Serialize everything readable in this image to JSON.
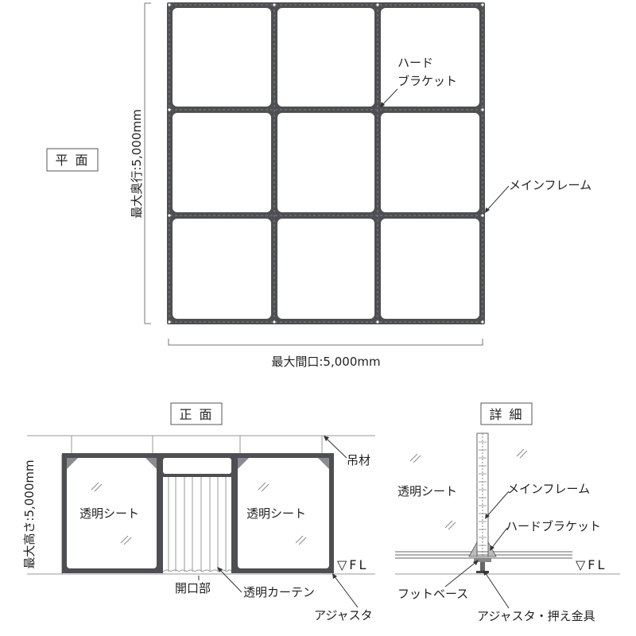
{
  "plan": {
    "title": "平 面",
    "depth_label": "最大奥行:5,000mm",
    "width_label": "最大間口:5,000mm",
    "hard_bracket_label_line1": "ハード",
    "hard_bracket_label_line2": "ブラケット",
    "main_frame_label": "メインフレーム"
  },
  "front": {
    "title": "正 面",
    "height_label": "最大高さ:5,000mm",
    "left_sheet_label": "透明シート",
    "right_sheet_label": "透明シート",
    "hanger_label": "吊材",
    "fl_label": "▽FL",
    "opening_label": "開口部",
    "curtain_label": "透明カーテン",
    "adjuster_label": "アジャスタ"
  },
  "detail": {
    "title": "詳 細",
    "sheet_label": "透明シート",
    "main_frame_label": "メインフレーム",
    "hard_bracket_label": "ハードブラケット",
    "fl_label": "▽FL",
    "foot_base_label": "フットベース",
    "adjuster_label": "アジャスタ・押え金具"
  },
  "colors": {
    "frame": "#4d4f52",
    "panel_fill": "#ffffff",
    "line": "#555555",
    "light_line": "#9a9a9a"
  }
}
